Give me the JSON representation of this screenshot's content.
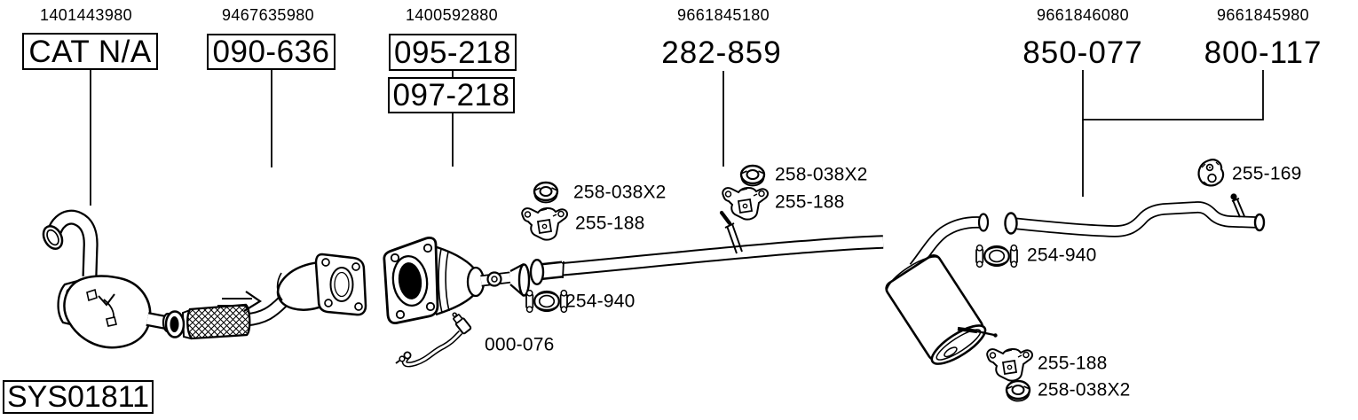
{
  "colors": {
    "background": "#ffffff",
    "line": "#000000"
  },
  "system": {
    "code": "SYS01811"
  },
  "columns": [
    {
      "oem": "1401443980",
      "parts": [
        "CAT N/A"
      ],
      "boxed": true
    },
    {
      "oem": "9467635980",
      "parts": [
        "090-636"
      ],
      "boxed": true
    },
    {
      "oem": "1400592880",
      "parts": [
        "095-218",
        "097-218"
      ],
      "boxed": true
    },
    {
      "oem": "9661845180",
      "parts": [
        "282-859"
      ],
      "boxed": false
    },
    {
      "oem": "9661846080",
      "parts": [
        "850-077"
      ],
      "boxed": false
    },
    {
      "oem": "9661845980",
      "parts": [
        "800-117"
      ],
      "boxed": false
    }
  ],
  "callouts": [
    {
      "icon": "nut-icon",
      "label": "258-038X2"
    },
    {
      "icon": "hanger-icon",
      "label": "255-188"
    },
    {
      "icon": "clamp-icon",
      "label": "254-940"
    },
    {
      "icon": "sensor-icon",
      "label": "000-076"
    },
    {
      "icon": "nut-icon",
      "label": "258-038X2"
    },
    {
      "icon": "hanger-icon",
      "label": "255-188"
    },
    {
      "icon": "clamp-icon",
      "label": "254-940"
    },
    {
      "icon": "hanger-icon",
      "label": "255-188"
    },
    {
      "icon": "nut-icon",
      "label": "258-038X2"
    },
    {
      "icon": "rubber-hanger-icon",
      "label": "255-169"
    }
  ]
}
